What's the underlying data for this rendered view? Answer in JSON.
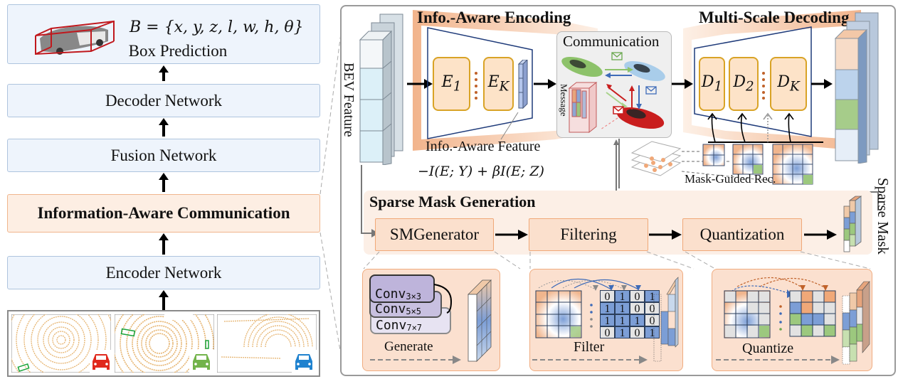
{
  "left_pipeline": {
    "box_prediction": {
      "label": "Box Prediction",
      "formula": "B = {x, y, z, l, w, h, θ}"
    },
    "decoder": "Decoder Network",
    "fusion": "Fusion Network",
    "communication": "Information-Aware Communication",
    "encoder": "Encoder Network",
    "lidar_frames": [
      {
        "agent_color": "#e0281c"
      },
      {
        "agent_color": "#72b34a"
      },
      {
        "agent_color": "#1f82cf"
      }
    ]
  },
  "detail_panel": {
    "bev_feature_label": "BEV Feature",
    "encoding_title": "Info.-Aware Encoding",
    "encoder_blocks": [
      "E1",
      "EK"
    ],
    "encoder_block_subs": [
      "1",
      "K"
    ],
    "info_aware_feature_label": "Info.-Aware Feature",
    "objective": "−I(E; Y) + βI(E; Z)",
    "communication_title": "Communication",
    "message_label": "Message",
    "decoding_title": "Multi-Scale Decoding",
    "decoder_blocks": [
      "D",
      "D",
      "D"
    ],
    "decoder_block_subs": [
      "1",
      "2",
      "K"
    ],
    "mask_guided_label": "Mask-Guided Rec.",
    "sparse_mask_label": "Sparse Mask",
    "sparse_mask_generation": {
      "title": "Sparse Mask Generation",
      "steps": [
        "SMGenerator",
        "Filtering",
        "Quantization"
      ]
    },
    "generate_panel": {
      "convs": [
        {
          "name": "Conv",
          "sub": "3×3"
        },
        {
          "name": "Conv",
          "sub": "5×5"
        },
        {
          "name": "Conv",
          "sub": "7×7"
        }
      ],
      "label": "Generate"
    },
    "filter_panel": {
      "label": "Filter",
      "binary_matrix": [
        [
          0,
          1,
          0,
          1
        ],
        [
          1,
          1,
          0,
          0
        ],
        [
          1,
          1,
          1,
          0
        ],
        [
          0,
          1,
          0,
          1
        ]
      ]
    },
    "quantize_panel": {
      "label": "Quantize"
    }
  },
  "colors": {
    "orange_band": "#f2b48c",
    "encoder_block": "#fde3c8",
    "blue_stage": "#eef4fc",
    "orange_stage": "#fdeee3",
    "mask_blue": "#7c9ed6",
    "mask_green": "#9cc87e",
    "mask_orange": "#f0a878"
  }
}
